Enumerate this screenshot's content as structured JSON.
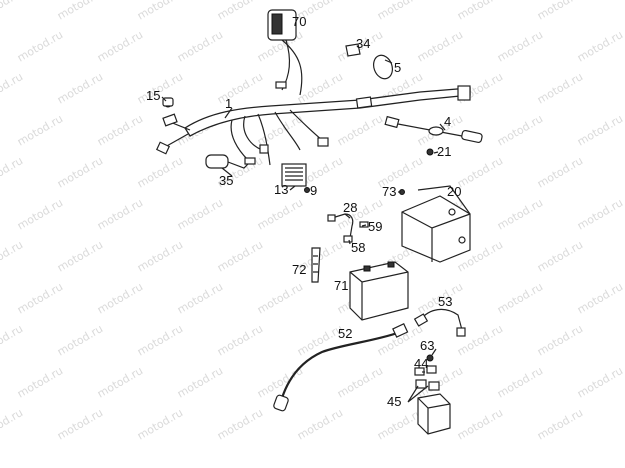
{
  "watermark": "motod.ru",
  "parts": {
    "p1": "1",
    "p4": "4",
    "p5": "5",
    "p9": "9",
    "p13": "13",
    "p15": "15",
    "p20": "20",
    "p21": "21",
    "p28": "28",
    "p34": "34",
    "p35": "35",
    "p44": "44",
    "p45": "45",
    "p52": "52",
    "p53": "53",
    "p58": "58",
    "p59": "59",
    "p63": "63",
    "p70": "70",
    "p71": "71",
    "p72": "72",
    "p73": "73"
  }
}
